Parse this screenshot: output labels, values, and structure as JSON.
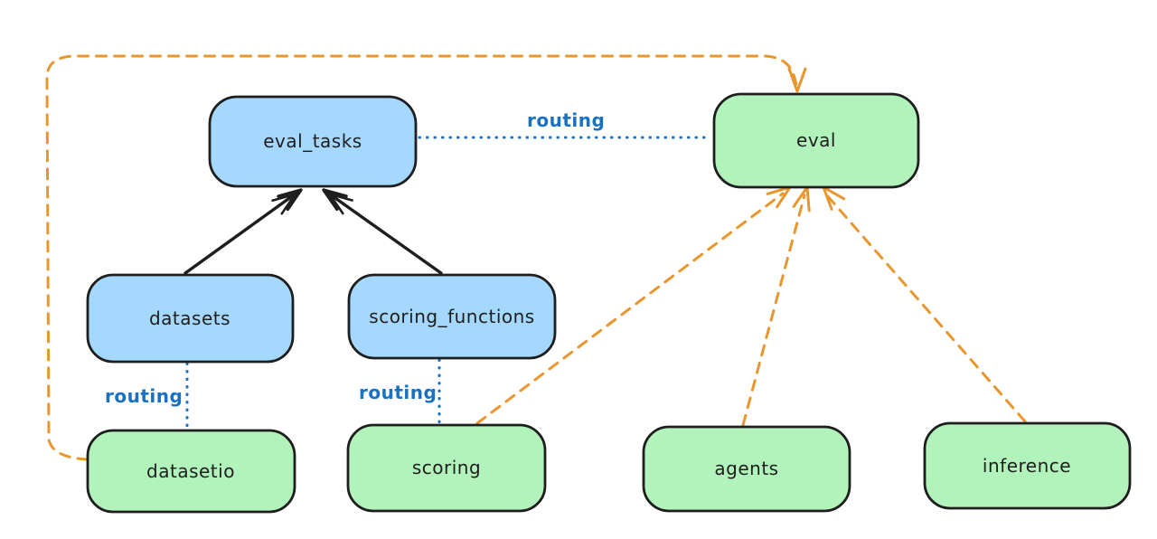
{
  "diagram": {
    "nodes": {
      "eval_tasks": {
        "label": "eval_tasks"
      },
      "eval": {
        "label": "eval"
      },
      "datasets": {
        "label": "datasets"
      },
      "scoring_functions": {
        "label": "scoring_functions"
      },
      "datasetio": {
        "label": "datasetio"
      },
      "scoring": {
        "label": "scoring"
      },
      "agents": {
        "label": "agents"
      },
      "inference": {
        "label": "inference"
      }
    },
    "connections": {
      "eval_tasks_to_eval": {
        "label": "routing",
        "style": "dotted"
      },
      "datasets_to_datasetio": {
        "label": "routing",
        "style": "dotted"
      },
      "scoring_functions_to_scoring": {
        "label": "routing",
        "style": "dotted"
      },
      "datasets_to_eval_tasks": {
        "style": "solid-arrow"
      },
      "scoring_functions_to_eval_tasks": {
        "style": "solid-arrow"
      },
      "datasetio_to_eval": {
        "style": "dashed-arrow"
      },
      "scoring_to_eval": {
        "style": "dashed-arrow"
      },
      "agents_to_eval": {
        "style": "dashed-arrow"
      },
      "inference_to_eval": {
        "style": "dashed-arrow"
      }
    },
    "colors": {
      "background": "#ffffff",
      "blue_fill": "#a5d8ff",
      "green_fill": "#b2f2bb",
      "node_stroke": "#1e1e1e",
      "text": "#1e1e1e",
      "routing_blue": "#1971c2",
      "orange": "#e8962e",
      "black_edge": "#1e1e1e"
    }
  }
}
